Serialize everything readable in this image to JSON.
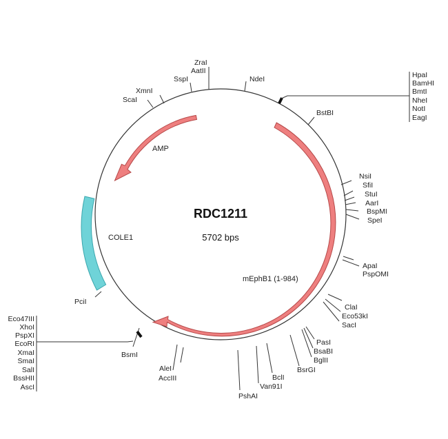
{
  "plasmid": {
    "name": "RDC1211",
    "size_label": "5702 bps"
  },
  "colors": {
    "backbone": "#333333",
    "gene_fill": "#ee7f7f",
    "gene_stroke": "#b54848",
    "ori_fill": "#6fd3d8",
    "ori_stroke": "#3aa6ad"
  },
  "features": [
    {
      "id": "amp",
      "label": "AMP",
      "type": "gene-arrow"
    },
    {
      "id": "mephb1",
      "label": "mEphB1 (1-984)",
      "type": "gene-arrow"
    },
    {
      "id": "cole1",
      "label": "COLE1",
      "type": "origin"
    }
  ],
  "sites": {
    "zrai": "ZraI",
    "aatii": "AatII",
    "sspi": "SspI",
    "xmni": "XmnI",
    "scai": "ScaI",
    "ndei": "NdeI",
    "bstbi": "BstBI",
    "nsii": "NsiI",
    "sfii": "SfiI",
    "stui": "StuI",
    "aari": "AarI",
    "bspmi": "BspMI",
    "spei": "SpeI",
    "apai": "ApaI",
    "pspomi": "PspOMI",
    "clai": "ClaI",
    "eco53ki": "Eco53kI",
    "saci": "SacI",
    "pasi": "PasI",
    "bsabi": "BsaBI",
    "bglii": "BglII",
    "bsrgi": "BsrGI",
    "bcli": "BclI",
    "van91i": "Van91I",
    "pshai": "PshAI",
    "alei": "AleI",
    "acciii": "AccIII",
    "bsmi": "BsmI",
    "pcii": "PciI"
  },
  "mcs_right": [
    "HpaI",
    "BamHI",
    "BmtI",
    "NheI",
    "NotI",
    "EagI"
  ],
  "mcs_left": [
    "Eco47III",
    "XhoI",
    "PspXI",
    "EcoRI",
    "XmaI",
    "SmaI",
    "SalI",
    "BssHII",
    "AscI"
  ]
}
